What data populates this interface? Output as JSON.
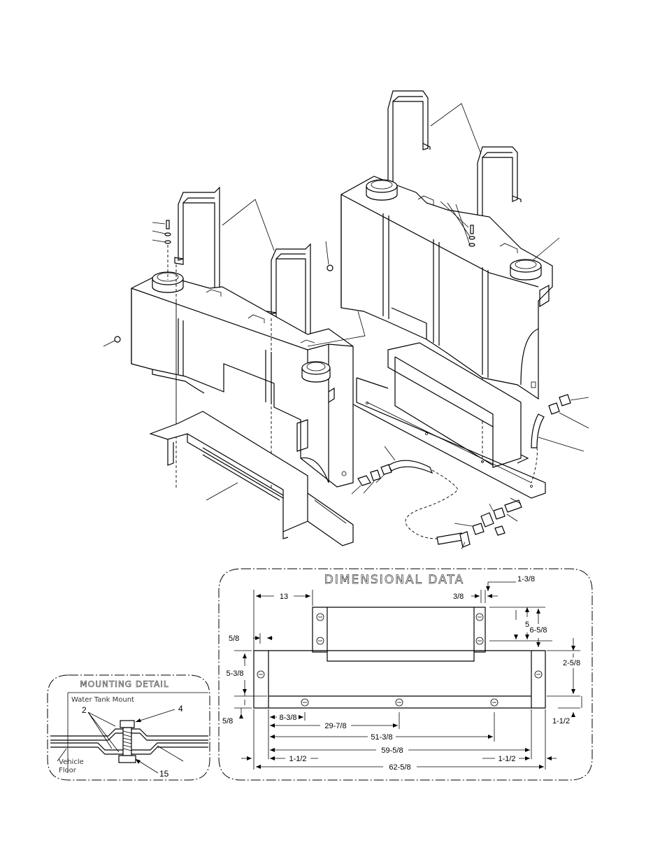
{
  "dimensional_data": {
    "title": "DIMENSIONAL DATA",
    "dims": {
      "d13": "13",
      "d1_3_8": "1-3/8",
      "d3_8": "3/8",
      "d5": "5",
      "d6_5_8": "6-5/8",
      "d5_8_top": "5/8",
      "d2_5_8": "2-5/8",
      "d5_3_8": "5-3/8",
      "d5_8_bot": "5/8",
      "d1_1_2_right": "1-1/2",
      "d8_3_8": "8-3/8",
      "d29_7_8": "29-7/8",
      "d51_3_8": "51-3/8",
      "d59_5_8": "59-5/8",
      "d1_1_2_left": "1-1/2",
      "d1_1_2_mid": "1-1/2",
      "d62_5_8": "62-5/8"
    }
  },
  "mounting_detail": {
    "title": "MOUNTING DETAIL",
    "subtitle": "Water Tank Mount",
    "floor_label_1": "Vehicle",
    "floor_label_2": "Floor",
    "callouts": {
      "c2": "2",
      "c4": "4",
      "c15": "15"
    }
  }
}
